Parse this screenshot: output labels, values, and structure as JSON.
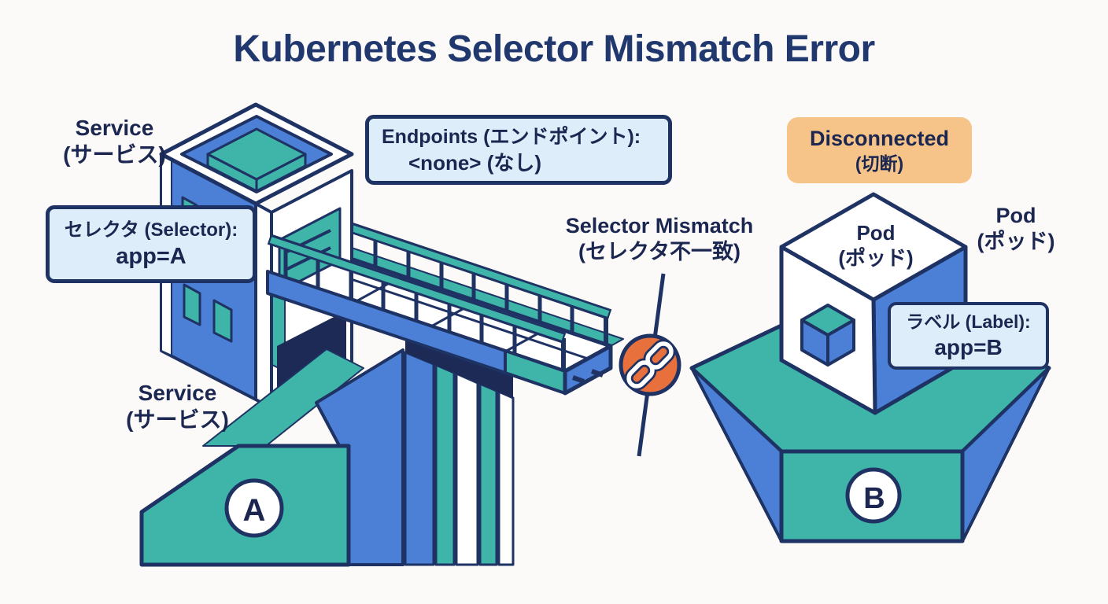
{
  "title": "Kubernetes Selector Mismatch Error",
  "colors": {
    "background": "#fbfaf8",
    "navy": "#1e3264",
    "navy_dark": "#1c2a55",
    "text": "#1b2750",
    "title": "#21386f",
    "blue": "#4b80d6",
    "teal": "#3fb5aa",
    "light_blue": "#ddeefa",
    "peach": "#f6c489",
    "orange": "#e8703d",
    "white": "#ffffff"
  },
  "labels": {
    "service_top": "Service\n(サービス)",
    "service_bottom": "Service\n(サービス)",
    "mismatch": "Selector Mismatch\n(セレクタ不一致)",
    "pod_on_cube": "Pod\n(ポッド)",
    "pod_right": "Pod\n(ポッド)",
    "island_a": "A",
    "island_b": "B"
  },
  "boxes": {
    "selector": {
      "line1": "セレクタ (Selector):",
      "line2": "app=A"
    },
    "endpoints": {
      "line1": "Endpoints (エンドポイント):",
      "line2": "<none> (なし)"
    },
    "disconnected": {
      "line1": "Disconnected",
      "line2": "(切断)"
    },
    "label": {
      "line1": "ラベル (Label):",
      "line2": "app=B"
    }
  },
  "icons": {
    "broken_link": "chain-link-icon"
  }
}
